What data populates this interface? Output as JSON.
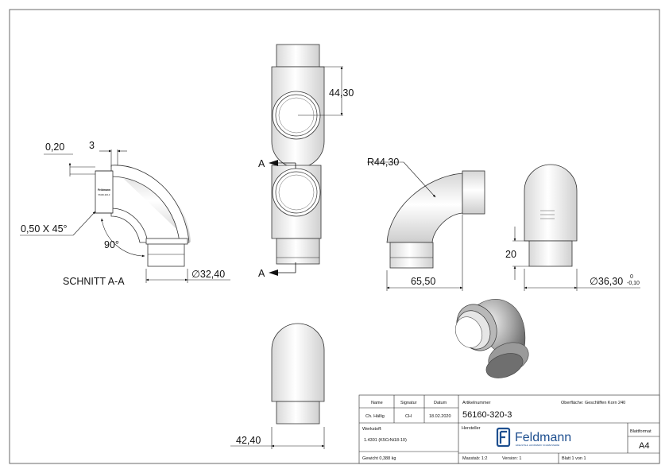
{
  "dimensions": {
    "d_0_20": "0,20",
    "d_3": "3",
    "d_chamfer": "0,50 X 45°",
    "d_angle": "90°",
    "d_dia_32_40": "32,40",
    "d_44_30": "44,30",
    "d_r44_30": "R44,30",
    "d_65_50": "65,50",
    "d_20": "20",
    "d_dia_36_30": "36,30",
    "tol_upper": "0",
    "tol_lower": "-0,10",
    "d_42_40": "42,40",
    "diameter_symbol": "∅"
  },
  "section": {
    "label": "SCHNITT A-A",
    "marker_top": "A",
    "marker_bottom": "A",
    "engraving_line1": "Feldmann",
    "engraving_line2": "56160-320-3"
  },
  "title_block": {
    "col_name": "Name",
    "col_signatur": "Signatur",
    "col_datum": "Datum",
    "name_value": "Ch. Hällig",
    "signatur_value": "CH",
    "datum_value": "18.02.2020",
    "werkstoff_label": "Werkstoff:",
    "werkstoff_value": "1.4301 (K5CrNi18-10)",
    "gewicht": "Gewicht 0,388 kg",
    "artikelnummer_label": "Artikelnummer",
    "artikelnummer_value": "56160-320-3",
    "oberflaeche": "Oberfläche: Geschliffen Korn 240",
    "hersteller_label": "Hersteller",
    "logo_text": "Feldmann",
    "logo_tagline": "EDELSTAHL HANDWERK SCHWEISSEREI",
    "blattformat_label": "Blattformat",
    "blattformat_value": "A4",
    "massstab": "Masstab: 1:2",
    "version": "Version: 1",
    "blatt": "Blatt 1 von 1"
  },
  "colors": {
    "logo_blue": "#1e4f8f"
  }
}
